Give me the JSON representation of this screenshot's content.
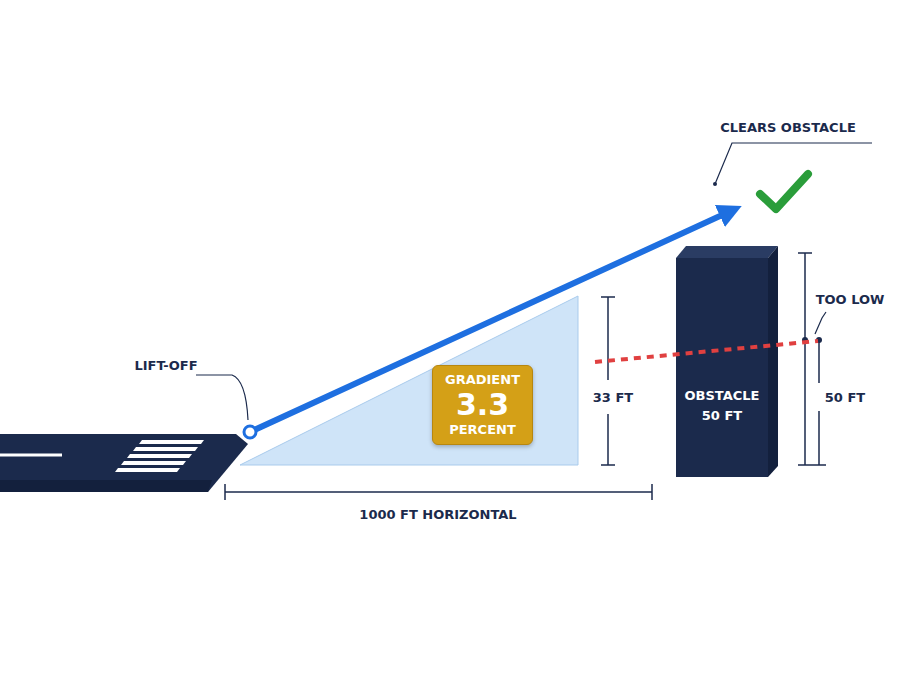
{
  "diagram": {
    "nodes": [
      {
        "text": [
          "GRADIENT",
          "3.3",
          "PERCENT"
        ]
      },
      {
        "text": [
          "OBSTACLE",
          "50 FT"
        ]
      }
    ],
    "labels": [
      "CLEARS OBSTACLE",
      "TOO LOW",
      "LIFT-OFF",
      "33 FT",
      "50 FT",
      "1000 FT HORIZONTAL"
    ]
  }
}
